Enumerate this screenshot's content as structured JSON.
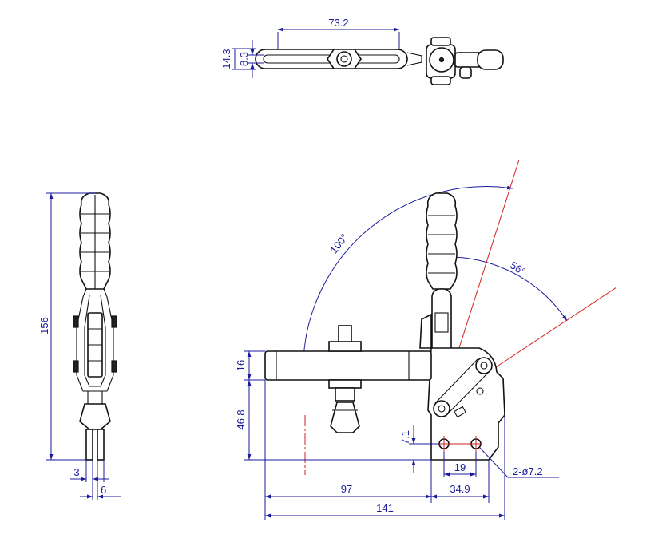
{
  "colors": {
    "dimension": "#1a1a9c",
    "outline": "#111111",
    "centerline": "#d22020"
  },
  "top_view": {
    "width_dim": "73.2",
    "height_outer_dim": "14.3",
    "height_inner_dim": "8.3"
  },
  "side_view": {
    "height_dim": "156",
    "pin_dim": "3",
    "slot_dim": "6"
  },
  "front_view": {
    "angle_open": "100°",
    "angle_handle": "56°",
    "bar_height_dim": "16",
    "spindle_height_dim": "46.8",
    "hole_offset_dim": "7.1",
    "hole_spacing_dim": "19",
    "base_depth_dim": "34.9",
    "reach_dim": "97",
    "overall_length_dim": "141",
    "hole_spec": "2-ø7.2"
  }
}
